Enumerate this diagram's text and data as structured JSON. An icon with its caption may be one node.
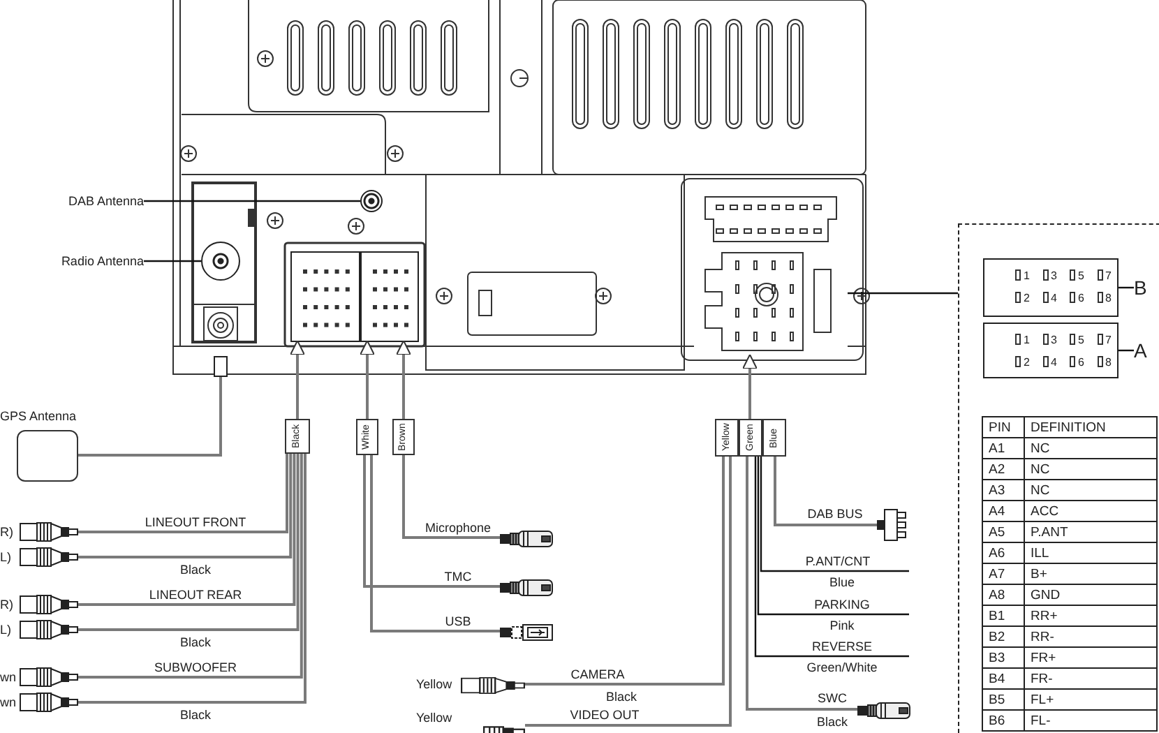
{
  "diagram": {
    "nodes": [
      {
        "text": [],
        "shape": "picture"
      },
      {
        "text": [
          "DAB Antenna"
        ]
      },
      {
        "text": [],
        "shape": "circle",
        "in": 0
      },
      {
        "text": [
          "Radio Antenna"
        ]
      },
      {
        "text": [],
        "shape": "circle",
        "in": 0
      },
      {
        "text": [],
        "shape": "box",
        "in": 0
      },
      {
        "text": [
          "GPS Antenna"
        ]
      },
      {
        "text": [],
        "shape": "box",
        "in": 0
      },
      {
        "text": [],
        "shape": "box",
        "in": 0
      },
      {
        "text": [],
        "shape": "box",
        "in": 0
      },
      {
        "text": [
          "Black"
        ]
      },
      {
        "text": [
          "White"
        ]
      },
      {
        "text": [
          "Brown"
        ]
      },
      {
        "text": [
          "Yellow"
        ]
      },
      {
        "text": [
          "Green"
        ]
      },
      {
        "text": [
          "Blue"
        ]
      },
      {
        "text": [],
        "shape": "picture",
        "beside": [
          "R)"
        ]
      },
      {
        "text": [],
        "shape": "picture",
        "beside": [
          "L)"
        ]
      },
      {
        "text": [],
        "shape": "picture",
        "beside": [
          "R)"
        ]
      },
      {
        "text": [],
        "shape": "picture",
        "beside": [
          "L)"
        ]
      },
      {
        "text": [],
        "shape": "picture",
        "beside": [
          "wn"
        ]
      },
      {
        "text": [],
        "shape": "picture",
        "beside": [
          "wn"
        ]
      },
      {
        "text": [],
        "shape": "picture"
      },
      {
        "text": [],
        "shape": "picture"
      },
      {
        "text": [],
        "shape": "picture"
      },
      {
        "text": [],
        "shape": "picture",
        "beside": [
          "Yellow"
        ]
      },
      {
        "text": [],
        "shape": "picture",
        "beside": [
          "Yellow"
        ]
      },
      {
        "text": [],
        "shape": "picture"
      },
      {
        "text": [],
        "shape": "picture"
      },
      {
        "text": [],
        "shape": "box"
      },
      {
        "text": [],
        "shape": "box",
        "in": 29
      },
      {
        "text": [
          "B"
        ],
        "in": 29
      },
      {
        "text": [],
        "shape": "box",
        "in": 29
      },
      {
        "text": [
          "A"
        ],
        "in": 29
      }
    ],
    "edges": [
      {
        "from": 1,
        "to": 2,
        "arrow": "none",
        "color": "#111111"
      },
      {
        "from": 3,
        "to": 4,
        "arrow": "none",
        "color": "#111111"
      },
      {
        "from": 5,
        "to": 6,
        "arrow": "none"
      },
      {
        "from": 10,
        "to": 7,
        "arrow": "to"
      },
      {
        "from": 11,
        "to": 8,
        "arrow": "to"
      },
      {
        "from": 12,
        "to": 8,
        "arrow": "to"
      },
      {
        "from": 14,
        "to": 9,
        "arrow": "to"
      },
      {
        "from": 10,
        "to": 16,
        "arrow": "none",
        "label": "LINEOUT FRONT"
      },
      {
        "from": 10,
        "to": 17,
        "arrow": "none",
        "label": "Black"
      },
      {
        "from": 10,
        "to": 18,
        "arrow": "none",
        "label": "LINEOUT REAR"
      },
      {
        "from": 10,
        "to": 19,
        "arrow": "none",
        "label": "Black"
      },
      {
        "from": 10,
        "to": 20,
        "arrow": "none",
        "label": "SUBWOOFER"
      },
      {
        "from": 10,
        "to": 21,
        "arrow": "none",
        "label": "Black"
      },
      {
        "from": 12,
        "to": 22,
        "arrow": "none",
        "label": "Microphone"
      },
      {
        "from": 11,
        "to": 23,
        "arrow": "none",
        "label": "TMC"
      },
      {
        "from": 11,
        "to": 24,
        "arrow": "none",
        "label": "USB"
      },
      {
        "from": 13,
        "to": 25,
        "arrow": "none",
        "label": "CAMERA"
      },
      {
        "from": 13,
        "to": 26,
        "arrow": "none",
        "label": "VIDEO OUT"
      },
      {
        "from": 15,
        "to": 27,
        "arrow": "none",
        "label": "DAB BUS"
      },
      {
        "from": 14,
        "to": null,
        "arrow": "none",
        "label": "P.ANT/CNT",
        "color": "#111111"
      },
      {
        "from": 14,
        "to": null,
        "arrow": "none",
        "label": "PARKING",
        "color": "#111111"
      },
      {
        "from": 14,
        "to": null,
        "arrow": "none",
        "label": "REVERSE",
        "color": "#111111"
      },
      {
        "from": 14,
        "to": 28,
        "arrow": "none",
        "label": "SWC"
      },
      {
        "from": 9,
        "to": 29,
        "arrow": "none",
        "color": "#111111"
      },
      {
        "from": 31,
        "to": 30,
        "arrow": "none",
        "color": "#111111"
      },
      {
        "from": 33,
        "to": 32,
        "arrow": "none",
        "color": "#111111"
      }
    ],
    "labels": [
      "1",
      "3",
      "5",
      "7",
      "2",
      "4",
      "6",
      "8",
      "1",
      "3",
      "5",
      "7",
      "2",
      "4",
      "6",
      "8",
      "PIN",
      "DEFINITION",
      "A1",
      "NC",
      "A2",
      "NC",
      "A3",
      "NC",
      "A4",
      "ACC",
      "A5",
      "P.ANT",
      "A6",
      "ILL",
      "A7",
      "B+",
      "A8",
      "GND",
      "B1",
      "RR+",
      "B2",
      "RR-",
      "B3",
      "FR+",
      "B4",
      "FR-",
      "B5",
      "FL+",
      "B6",
      "FL-",
      "Black",
      "Blue",
      "Pink",
      "Green/White",
      "Black"
    ]
  }
}
